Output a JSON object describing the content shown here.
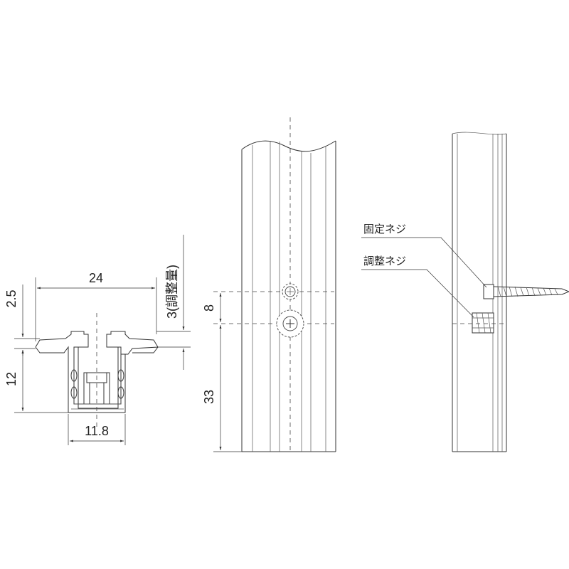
{
  "dimensions": {
    "width_top": "24",
    "lip_height": "2.5",
    "adjust_amount": "3(調整量)",
    "body_height": "12",
    "width_bottom": "11.8",
    "screw_spacing": "8",
    "screw_from_bottom": "33"
  },
  "labels": {
    "fixing_screw": "固定ネジ",
    "adjusting_screw": "調整ネジ"
  },
  "colors": {
    "line": "#333333",
    "background": "#ffffff"
  }
}
